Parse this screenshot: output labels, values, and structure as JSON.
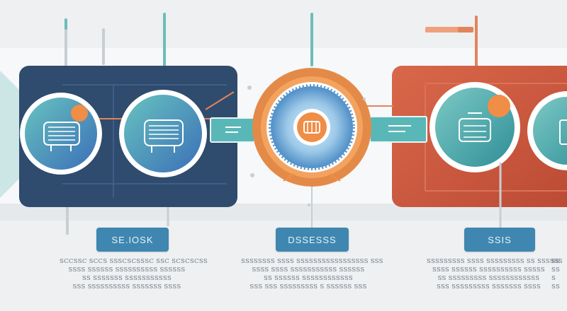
{
  "colors": {
    "navy": "#2f4b6e",
    "orange": "#f08d46",
    "red": "#c9573d",
    "teal": "#5ab7b8",
    "blue": "#3f87b0",
    "background": "#eef0f2"
  },
  "labels": {
    "left": "SE.IOSK",
    "center": "DSSESSS",
    "right": "SSIS"
  },
  "captions": {
    "left": [
      "SCCSSC SCCS SSSCSCSSSC SSC SCSCSCSS",
      "SSSS SSSSSS SSSSSSSSSS SSSSSS",
      "SS SSSSSSS SSSSSSSSSSS",
      "SSS SSSSSSSSSS SSSSSSS SSSS"
    ],
    "center": [
      "SSSSSSSS SSSS SSSSSSSSSSSSSSSSS SSS",
      "SSSS SSSS SSSSSSSSSSS SSSSSS",
      "SS SSSSSS SSSSSSSSSSSS",
      "SSS SSS SSSSSSSSS S SSSSSS SSS"
    ],
    "right": [
      "SSSSSSSSS SSSS SSSSSSSSS SS SSSSSS",
      "SSSS SSSSSS SSSSSSSSSS SSSSS",
      "SS SSSSSSSSS SSSSSSSSSSSS",
      "SSS SSSSSSSSS SSSSSSS SSSS"
    ],
    "right_side": [
      "SS",
      "SS",
      "S",
      "SS"
    ]
  }
}
